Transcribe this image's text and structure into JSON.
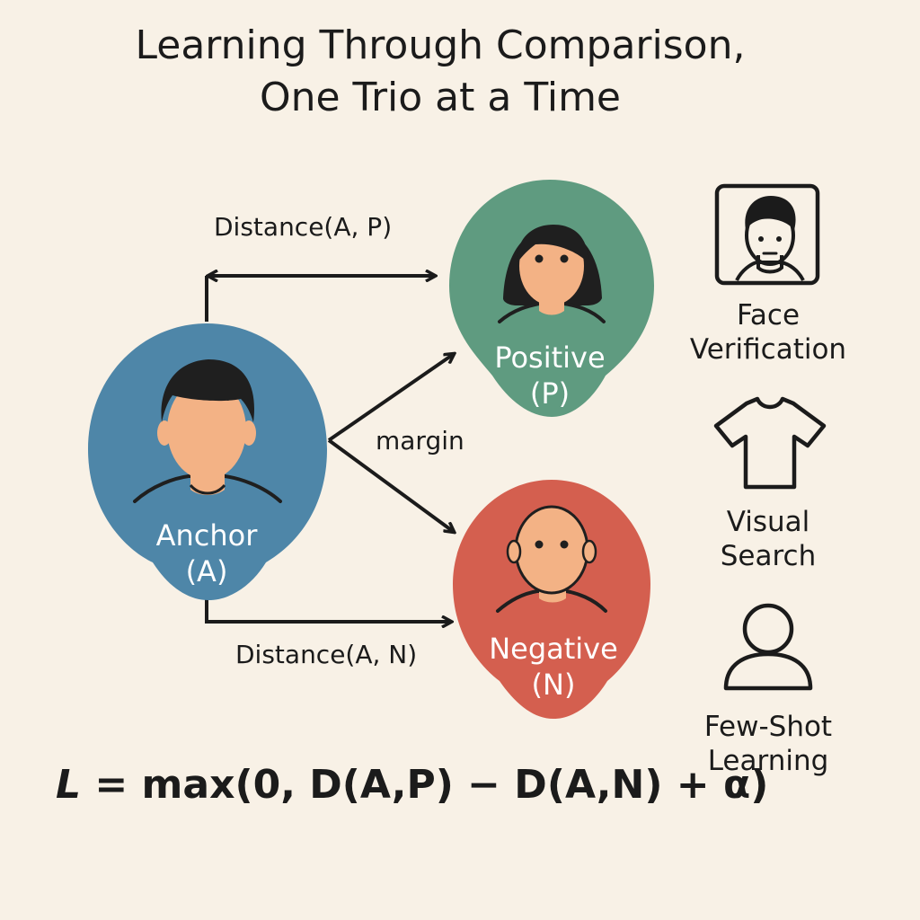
{
  "title": {
    "line1": "Learning Through Comparison,",
    "line2": "One Trio at a Time"
  },
  "colors": {
    "background": "#f8f1e6",
    "anchor": "#4e86a8",
    "positive": "#5f9b80",
    "negative": "#d45f4f",
    "skin": "#f3b285",
    "hair": "#1f1f1f"
  },
  "edges": {
    "distance_ap": "Distance(A, P)",
    "distance_an": "Distance(A, N)",
    "margin": "margin"
  },
  "nodes": {
    "anchor": {
      "name": "Anchor",
      "symbol": "(A)"
    },
    "positive": {
      "name": "Positive",
      "symbol": "(P)"
    },
    "negative": {
      "name": "Negative",
      "symbol": "(N)"
    }
  },
  "applications": [
    {
      "icon": "face-portrait-icon",
      "line1": "Face",
      "line2": "Verification"
    },
    {
      "icon": "tshirt-icon",
      "line1": "Visual",
      "line2": "Search"
    },
    {
      "icon": "person-outline-icon",
      "line1": "Few-Shot",
      "line2": "Learning"
    }
  ],
  "formula": {
    "lhs": "L",
    "rhs": " = max(0, D(A,P) − D(A,N) + α)"
  }
}
